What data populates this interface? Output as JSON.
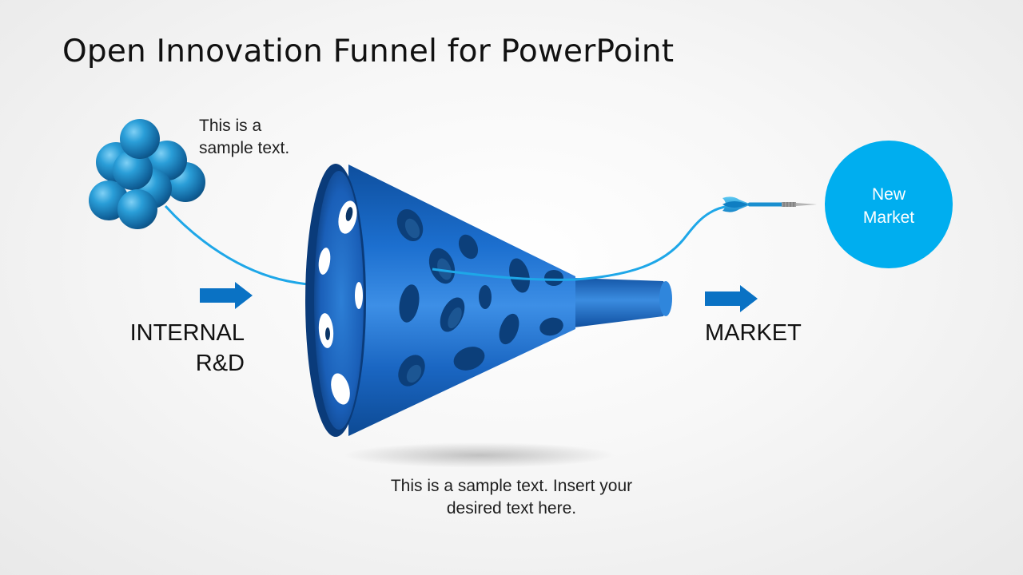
{
  "slide": {
    "title": "Open Innovation Funnel for PowerPoint"
  },
  "cluster": {
    "text_lines": [
      "This is a",
      "sample text."
    ]
  },
  "input": {
    "label_lines": [
      "INTERNAL",
      "R&D"
    ]
  },
  "output": {
    "label": "MARKET"
  },
  "target": {
    "label_lines": [
      "New",
      "Market"
    ]
  },
  "footer": {
    "text_lines": [
      "This is a sample text. Insert your",
      "desired text here."
    ]
  },
  "colors": {
    "funnel_blue": "#1565c0",
    "line_blue": "#1ea7e8",
    "arrow_blue": "#0a72c4",
    "circle_blue": "#00aeef",
    "ball_blue": "#1f8fcf"
  },
  "icons": [
    "molecule-cluster-icon",
    "funnel-icon",
    "dart-icon",
    "right-arrow-icon"
  ]
}
